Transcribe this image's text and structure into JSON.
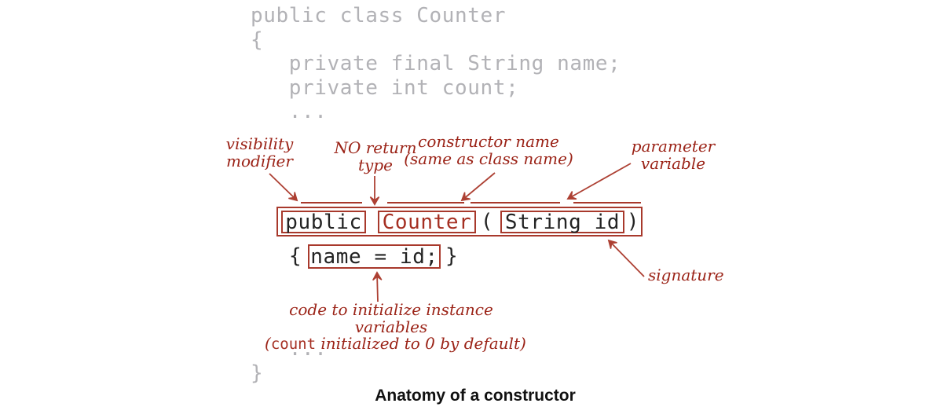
{
  "colors": {
    "red_box": "#a8392c",
    "red_label_text": "#9b2317",
    "red_code": "#a52f22",
    "gray_code": "#b2b2b6",
    "black_code": "#232323"
  },
  "class_code": {
    "lines": [
      "public class Counter",
      "{",
      "   private final String name;",
      "   private int count;",
      "   ..."
    ]
  },
  "constructor_line": {
    "visibility": "public",
    "name": "Counter",
    "open_paren": "(",
    "parameter": "String id",
    "close_paren": ")"
  },
  "body_line": {
    "open_brace": "{",
    "code": "name = id;",
    "close_brace": "}"
  },
  "closing_code": {
    "lines": [
      "   ...",
      "}"
    ]
  },
  "labels": {
    "visibility": [
      "visibility",
      "modifier"
    ],
    "no_return": [
      "NO return",
      "type"
    ],
    "constructor_name": [
      "constructor name",
      "(same as class name)"
    ],
    "parameter": [
      "parameter",
      "variable"
    ],
    "signature": "signature",
    "init_line1": "code to initialize instance variables",
    "init_open": "(",
    "init_code": "count",
    "init_rest": " initialized to 0 by default)"
  },
  "caption": "Anatomy of a constructor"
}
